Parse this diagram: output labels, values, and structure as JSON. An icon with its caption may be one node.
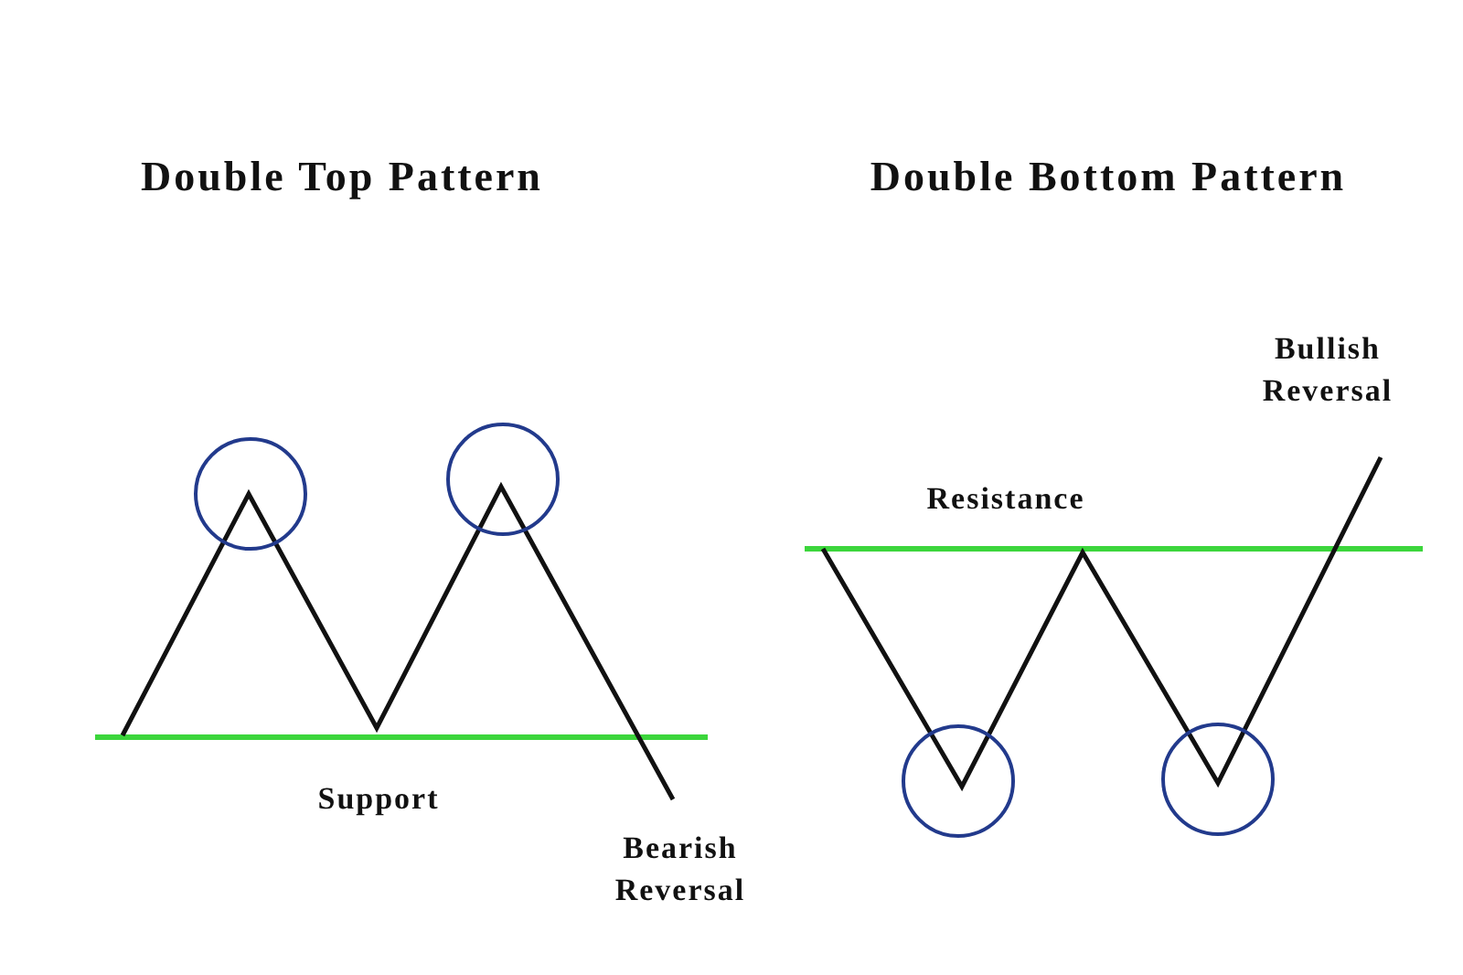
{
  "diagram": {
    "labels": [
      "Double Top Pattern",
      "Double Bottom Pattern",
      "Support",
      "Bearish Reversal",
      "Resistance",
      "Bullish Reversal"
    ]
  }
}
